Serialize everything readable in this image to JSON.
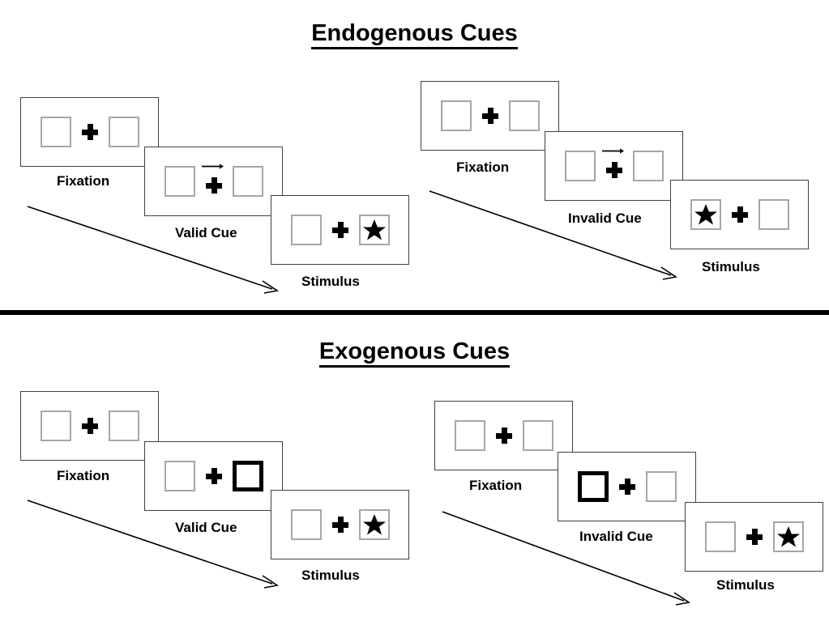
{
  "figure": {
    "title_top": "Endogenous Cues",
    "title_bottom": "Exogenous Cues"
  },
  "panels": {
    "endogenous": {
      "title": "Endogenous Cues",
      "valid_sequence": [
        {
          "caption": "Fixation",
          "left_slot": "empty",
          "right_slot": "empty",
          "center": "fixation-cross",
          "arrow": false
        },
        {
          "caption": "Valid Cue",
          "left_slot": "empty",
          "right_slot": "empty",
          "center": "fixation-cross-with-arrow",
          "arrow": true,
          "arrow_direction": "right"
        },
        {
          "caption": "Stimulus",
          "left_slot": "empty",
          "right_slot": "star",
          "center": "fixation-cross",
          "arrow": false
        }
      ],
      "invalid_sequence": [
        {
          "caption": "Fixation",
          "left_slot": "empty",
          "right_slot": "empty",
          "center": "fixation-cross",
          "arrow": false
        },
        {
          "caption": "Invalid Cue",
          "left_slot": "empty",
          "right_slot": "empty",
          "center": "fixation-cross-with-arrow",
          "arrow": true,
          "arrow_direction": "right"
        },
        {
          "caption": "Stimulus",
          "left_slot": "star",
          "right_slot": "empty",
          "center": "fixation-cross",
          "arrow": false
        }
      ]
    },
    "exogenous": {
      "title": "Exogenous Cues",
      "valid_sequence": [
        {
          "caption": "Fixation",
          "left_slot": "empty",
          "right_slot": "empty",
          "center": "fixation-cross",
          "arrow": false
        },
        {
          "caption": "Valid Cue",
          "left_slot": "empty",
          "right_slot": "highlighted",
          "center": "fixation-cross",
          "arrow": false
        },
        {
          "caption": "Stimulus",
          "left_slot": "empty",
          "right_slot": "star",
          "center": "fixation-cross",
          "arrow": false
        }
      ],
      "invalid_sequence": [
        {
          "caption": "Fixation",
          "left_slot": "empty",
          "right_slot": "empty",
          "center": "fixation-cross",
          "arrow": false
        },
        {
          "caption": "Invalid Cue",
          "left_slot": "highlighted",
          "right_slot": "empty",
          "center": "fixation-cross",
          "arrow": false
        },
        {
          "caption": "Stimulus",
          "left_slot": "empty",
          "right_slot": "star",
          "center": "fixation-cross",
          "arrow": false
        }
      ]
    }
  },
  "glyphs": {
    "star": "★",
    "time_arrow": "time-flow-arrow",
    "cue_arrow": "rightwards-cue-arrow",
    "fixation_cross": "fixation-cross"
  },
  "colors": {
    "ink": "#000000",
    "frame_border": "#404040",
    "slot_border": "#a6a6a6",
    "cued_slot_border": "#000000",
    "background": "#ffffff"
  }
}
